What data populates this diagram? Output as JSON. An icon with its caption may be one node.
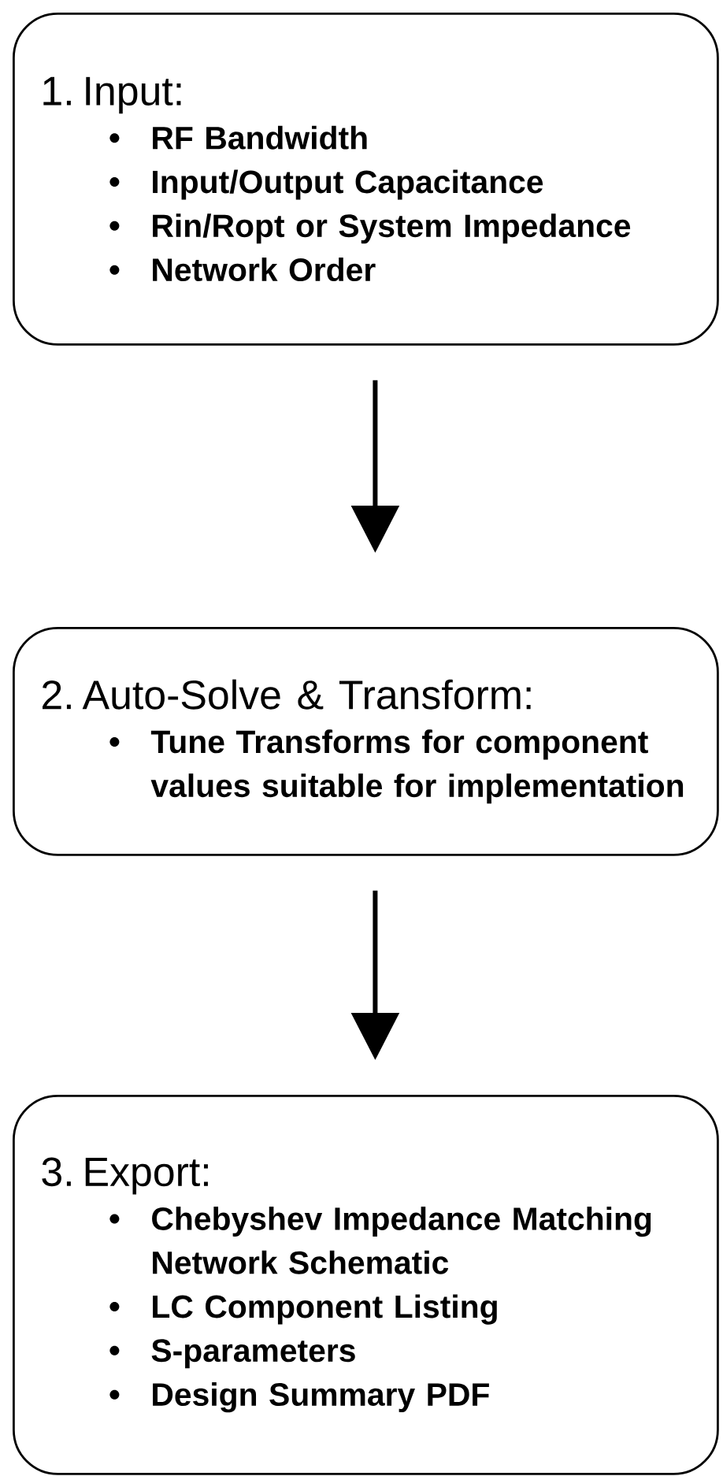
{
  "diagram": {
    "nodes": [
      {
        "text": [
          "1. Input:",
          "RF Bandwidth",
          "Input/Output Capacitance",
          "Rin/Ropt or System Impedance",
          "Network Order"
        ]
      },
      {
        "text": [
          "2. Auto-Solve & Transform:",
          "Tune Transforms for component values suitable for implementation"
        ]
      },
      {
        "text": [
          "3. Export:",
          "Chebyshev Impedance Matching Network Schematic",
          "LC Component Listing",
          "S-parameters",
          "Design Summary PDF"
        ]
      }
    ],
    "edges": [
      {
        "from": 0,
        "to": 1,
        "arrow": "to"
      },
      {
        "from": 1,
        "to": 2,
        "arrow": "to"
      }
    ]
  }
}
